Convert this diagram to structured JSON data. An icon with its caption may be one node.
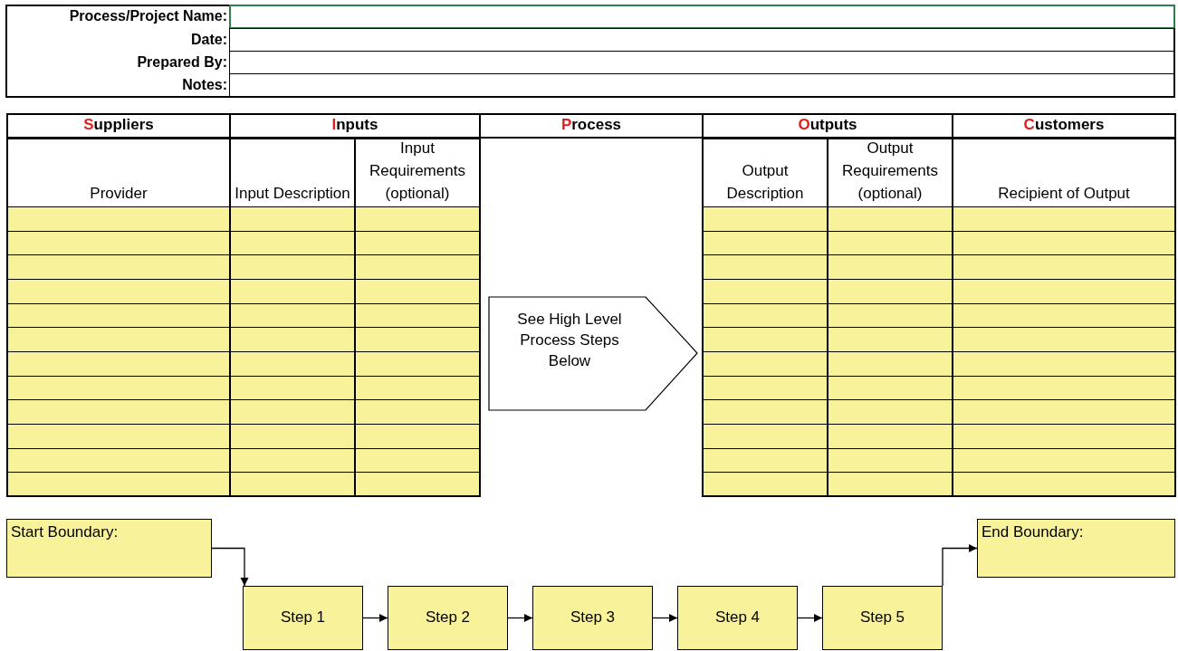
{
  "diagram": {
    "nodes": [
      {
        "text": [
          "See High Level Process Steps Below"
        ]
      },
      {
        "text": [
          "Start Boundary:"
        ]
      },
      {
        "text": [
          "Step 1"
        ]
      },
      {
        "text": [
          "Step 2"
        ]
      },
      {
        "text": [
          "Step 3"
        ]
      },
      {
        "text": [
          "Step 4"
        ]
      },
      {
        "text": [
          "Step 5"
        ]
      },
      {
        "text": [
          "End Boundary:"
        ]
      }
    ],
    "edges": [
      {
        "from": 1,
        "to": 2,
        "arrow": "to"
      },
      {
        "from": 2,
        "to": 3,
        "arrow": "to"
      },
      {
        "from": 3,
        "to": 4,
        "arrow": "to"
      },
      {
        "from": 4,
        "to": 5,
        "arrow": "to"
      },
      {
        "from": 5,
        "to": 6,
        "arrow": "to"
      },
      {
        "from": 6,
        "to": 7,
        "arrow": "to"
      }
    ],
    "labels": [
      "Process/Project Name:",
      "Date:",
      "Prepared By:",
      "Notes:",
      "Suppliers",
      "Inputs",
      "Process",
      "Outputs",
      "Customers",
      "Provider",
      "Input Description",
      "Input Requirements (optional)",
      "Output Description",
      "Output Requirements (optional)",
      "Recipient of Output"
    ]
  }
}
